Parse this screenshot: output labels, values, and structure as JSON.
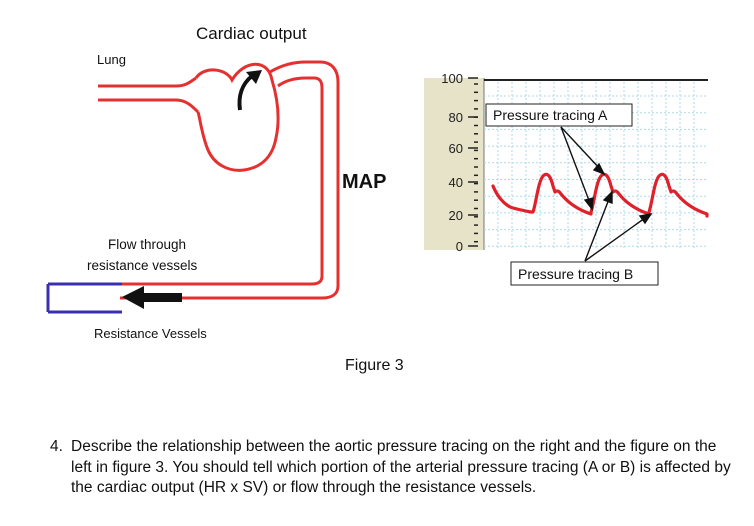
{
  "labels": {
    "cardiac_output": "Cardiac output",
    "lung": "Lung",
    "flow_line1": "Flow through",
    "flow_line2": "resistance vessels",
    "resistance_vessels": "Resistance Vessels",
    "map": "MAP",
    "figure": "Figure 3"
  },
  "chart": {
    "y_ticks": [
      "100",
      "80",
      "60",
      "40",
      "20",
      "0"
    ],
    "callout_a": "Pressure tracing A",
    "callout_b": "Pressure tracing B",
    "colors": {
      "trace": "#e0202a",
      "grid": "#a8dcec",
      "axis_panel": "#e7e3c9"
    }
  },
  "diagram_colors": {
    "heart_vessel": "#e53030",
    "resistance_vessel": "#3a2fb0",
    "arrow": "#111111"
  },
  "question": {
    "number": "4.",
    "text": "Describe the relationship between the aortic pressure tracing on the right and the figure on the left in figure 3.  You should tell which portion of the arterial pressure tracing (A or B) is affected by the cardiac output (HR x SV) or flow through the resistance vessels."
  }
}
